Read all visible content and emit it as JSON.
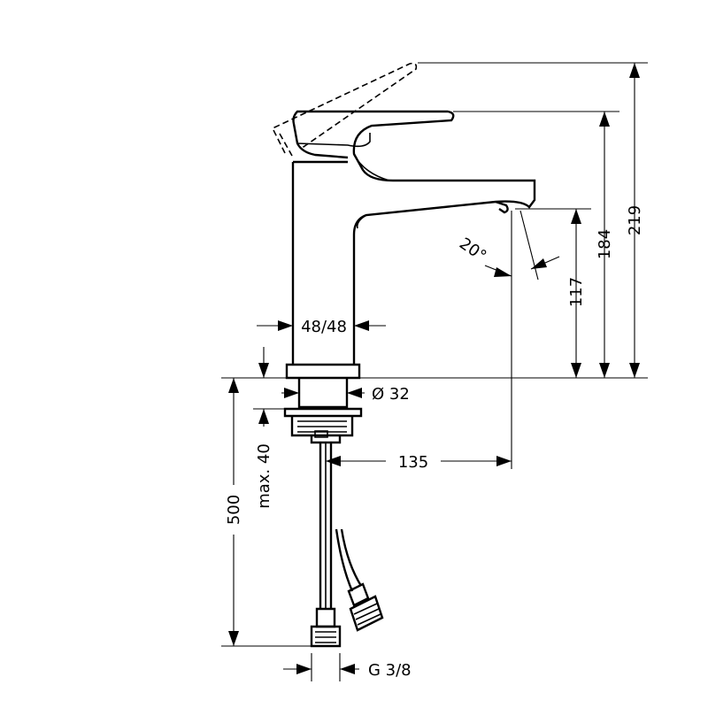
{
  "dimensions": {
    "total_height_raised": "219",
    "lever_height": "184",
    "spout_height": "117",
    "spout_angle": "20°",
    "body_width": "48/48",
    "shank_diameter": "Ø 32",
    "max_deck_thickness": "max. 40",
    "spout_reach": "135",
    "hose_length": "500",
    "connection_thread": "G 3/8"
  }
}
